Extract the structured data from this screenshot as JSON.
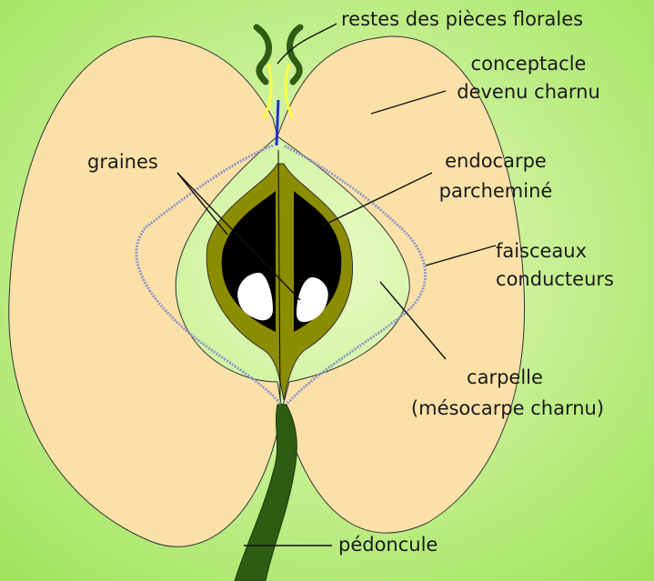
{
  "colors": {
    "background_center": "#e9fbc4",
    "background_edge": "#9ee35a",
    "flesh": "#fbe0a8",
    "endocarp": "#8c8c00",
    "seed_cavity": "#000000",
    "seed": "#ffffff",
    "stem": "#2e5c12",
    "vascular_bundles": "#8a96c8",
    "floral_remains": "#ffff44",
    "style_line": "#1f2fd0",
    "outline": "#333333"
  },
  "labels": {
    "floral_remains": "restes des pièces florales",
    "receptacle_line1": "conceptacle",
    "receptacle_line2": "devenu charnu",
    "seeds": "graines",
    "endocarp_line1": "endocarpe",
    "endocarp_line2": "parcheminé",
    "bundles_line1": "faisceaux",
    "bundles_line2": "conducteurs",
    "carpel_line1": "carpelle",
    "carpel_line2": "(mésocarpe charnu)",
    "peduncle": "pédoncule"
  }
}
